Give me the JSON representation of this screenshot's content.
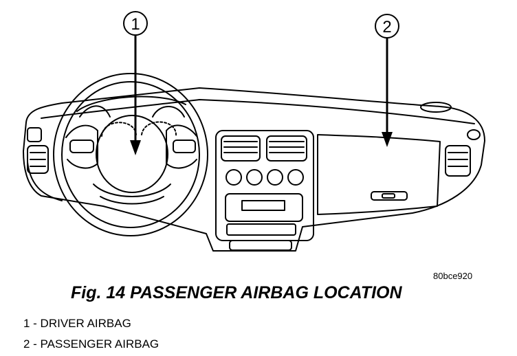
{
  "figure": {
    "id": "80bce920",
    "title": "Fig. 14 PASSENGER AIRBAG LOCATION"
  },
  "callouts": [
    {
      "number": "1"
    },
    {
      "number": "2"
    }
  ],
  "legend": [
    {
      "text": "1 - DRIVER AIRBAG"
    },
    {
      "text": "2 - PASSENGER AIRBAG"
    }
  ]
}
